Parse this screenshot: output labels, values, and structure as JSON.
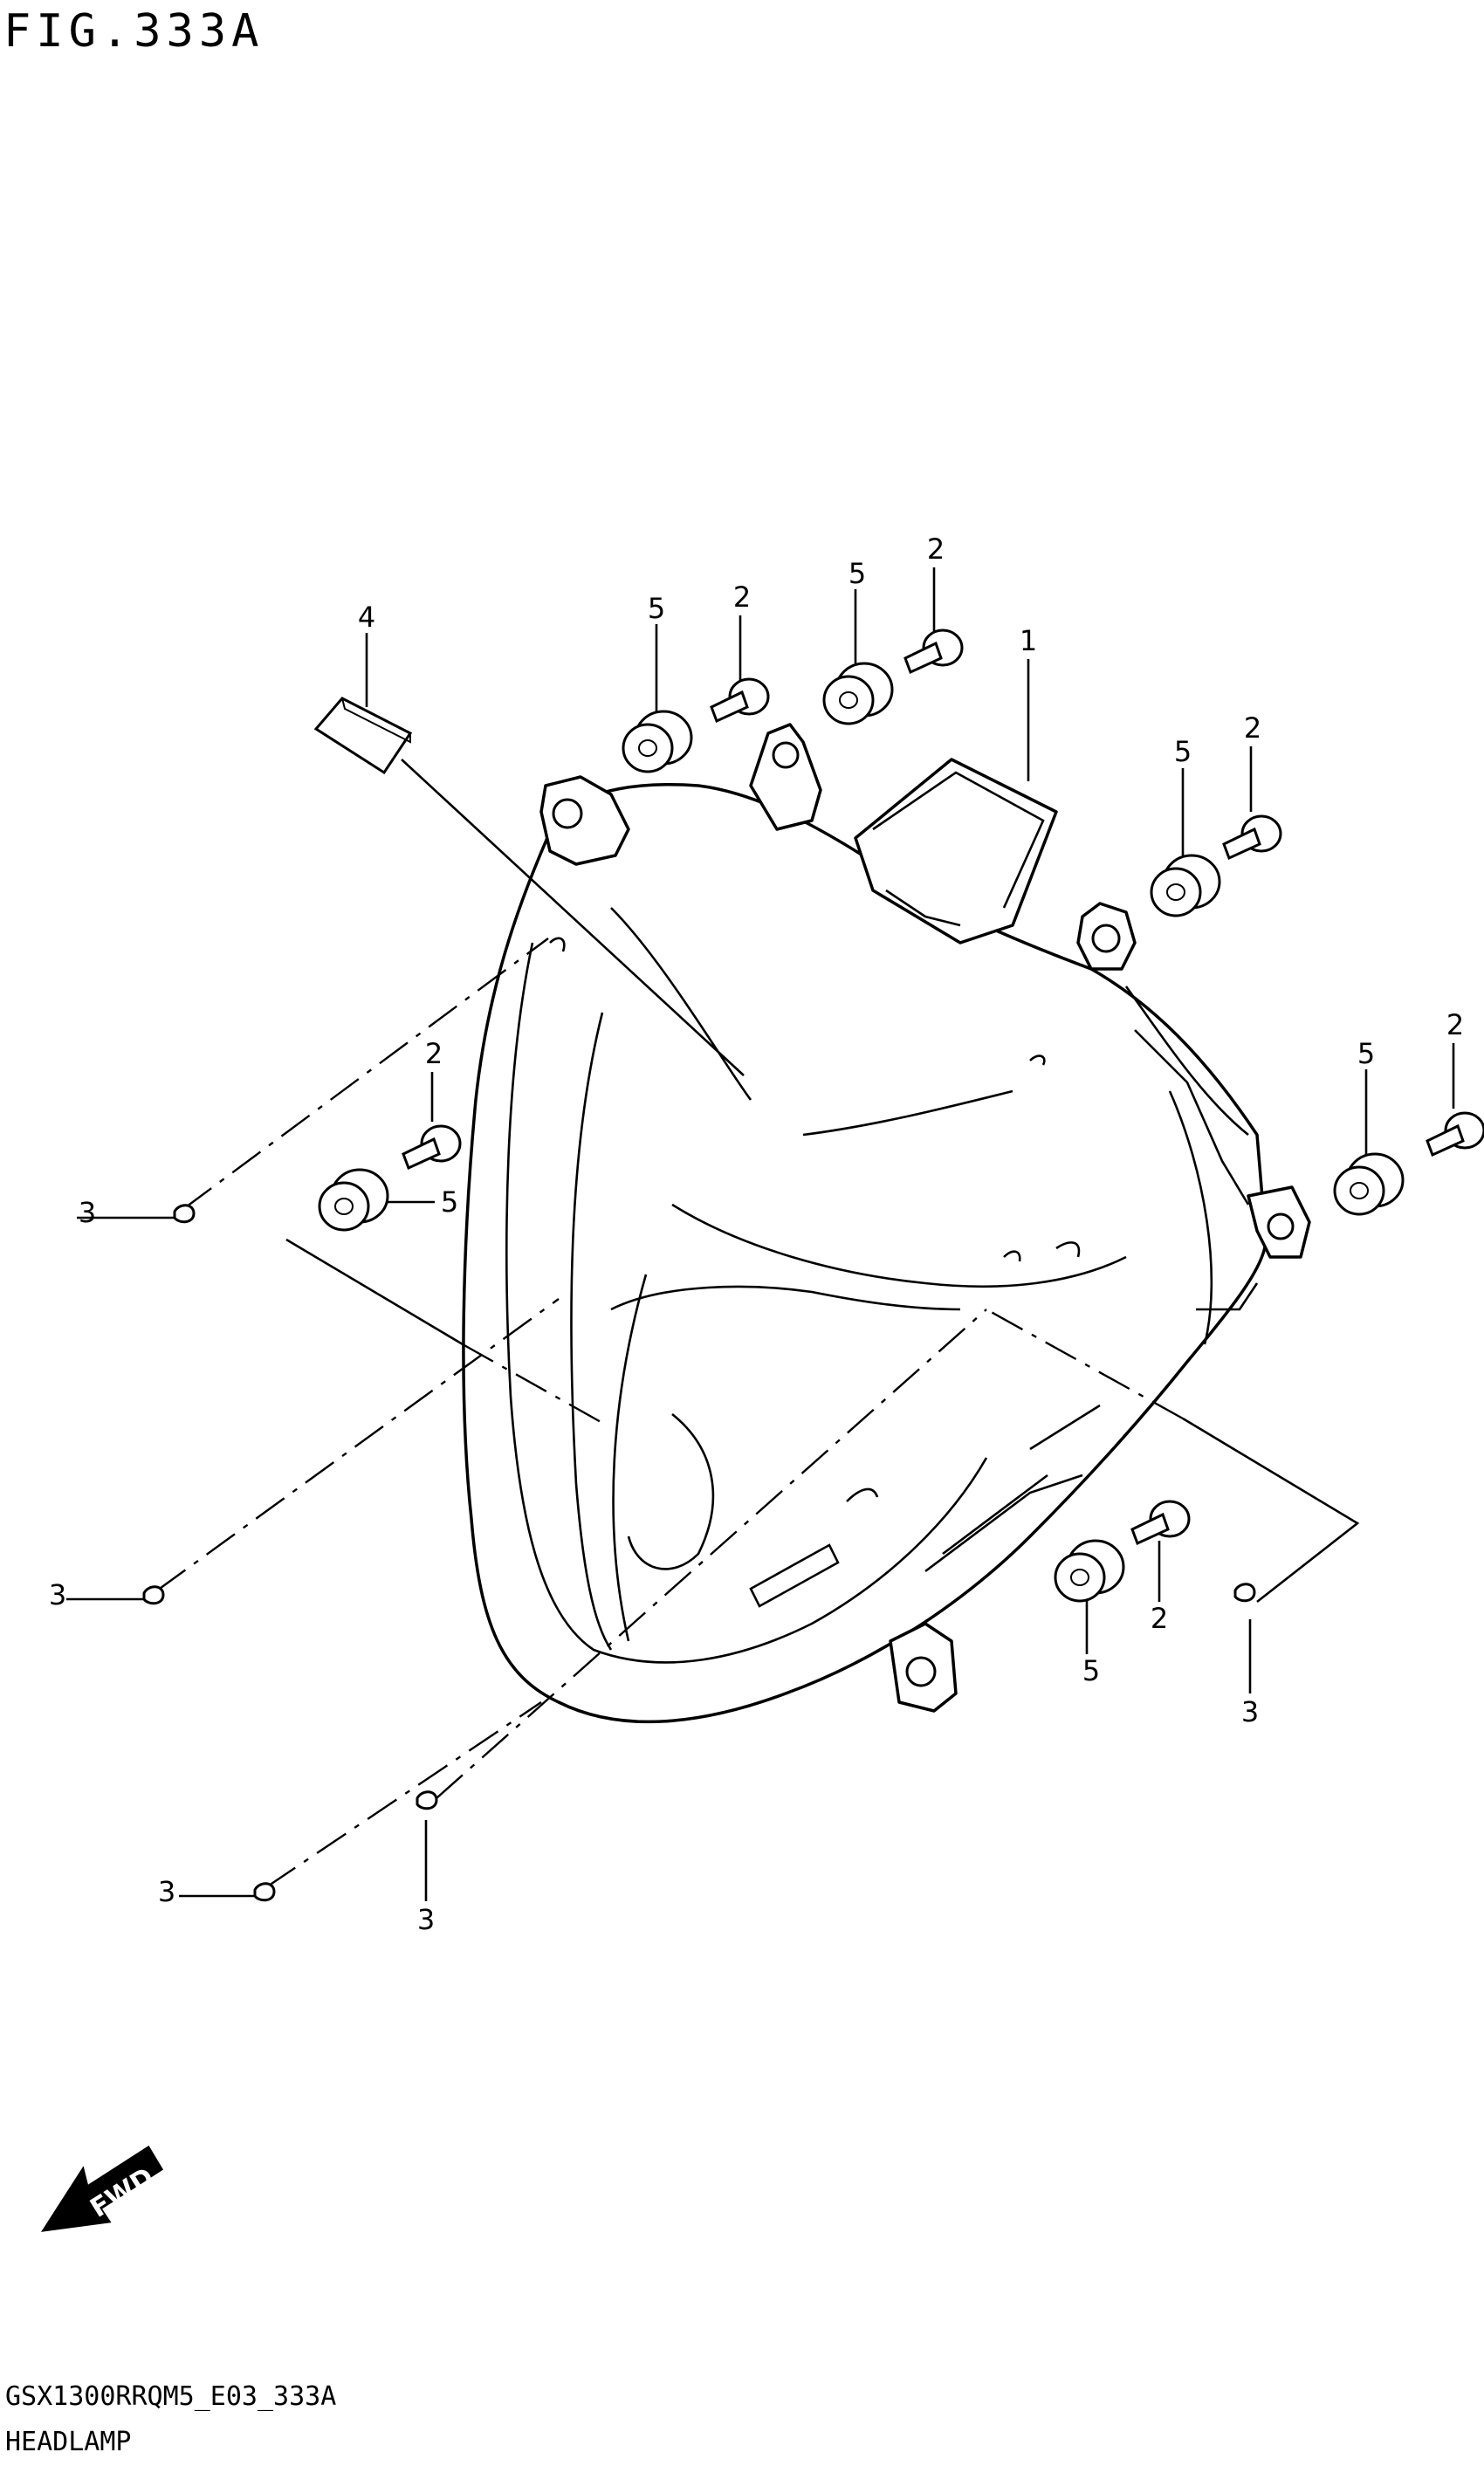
{
  "figure": {
    "title": "FIG.333A"
  },
  "footer": {
    "model_code": "GSX1300RRQM5_E03_333A",
    "part_group": "HEADLAMP"
  },
  "direction_arrow": {
    "label": "FWD"
  },
  "callouts": {
    "c1": "1",
    "c2a": "2",
    "c2b": "2",
    "c2c": "2",
    "c2d": "2",
    "c2e": "2",
    "c2f": "2",
    "c3a": "3",
    "c3b": "3",
    "c3c": "3",
    "c3d": "3",
    "c3e": "3",
    "c4": "4",
    "c5a": "5",
    "c5b": "5",
    "c5c": "5",
    "c5d": "5",
    "c5e": "5",
    "c5f": "5"
  }
}
